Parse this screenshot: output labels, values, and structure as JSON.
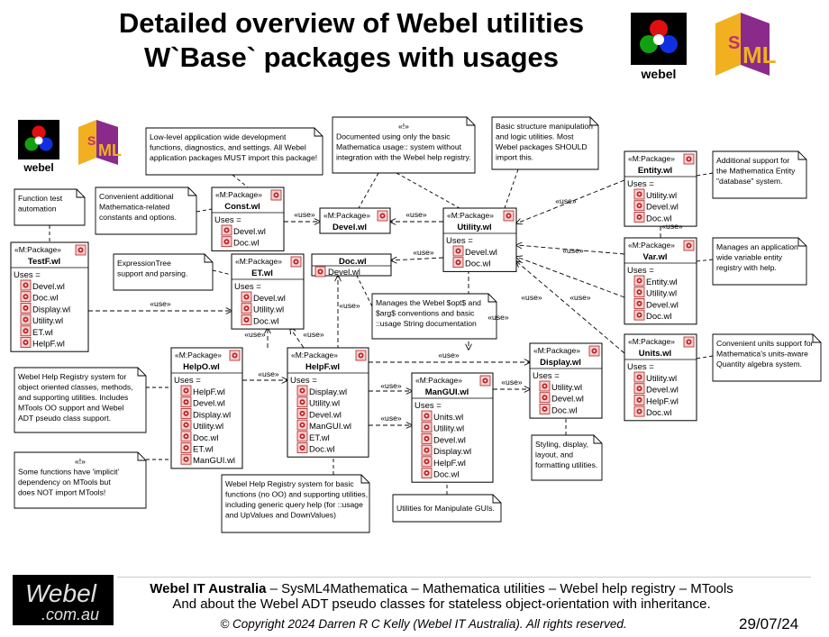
{
  "title": {
    "line1": "Detailed overview of Webel utilities",
    "line2": "W`Base` packages with usages"
  },
  "logos": {
    "webel_label": "webel",
    "sysml_label": "SysML",
    "webel_site_line1": "Webel",
    "webel_site_line2": ".com.au"
  },
  "stereotype_package": "«M:Package»",
  "uses_label": "Uses =",
  "packages": {
    "const": {
      "name": "Const.wl",
      "uses": [
        "Devel.wl",
        "Doc.wl"
      ]
    },
    "devel": {
      "name": "Devel.wl",
      "uses": []
    },
    "utility": {
      "name": "Utility.wl",
      "uses": [
        "Devel.wl",
        "Doc.wl"
      ]
    },
    "entity": {
      "name": "Entity.wl",
      "uses": [
        "Utility.wl",
        "Devel.wl",
        "Doc.wl"
      ]
    },
    "var": {
      "name": "Var.wl",
      "uses": [
        "Entity.wl",
        "Utility.wl",
        "Devel.wl",
        "Doc.wl"
      ]
    },
    "units": {
      "name": "Units.wl",
      "uses": [
        "Utility.wl",
        "Devel.wl",
        "HelpF.wl",
        "Doc.wl"
      ]
    },
    "testf": {
      "name": "TestF.wl",
      "uses": [
        "Devel.wl",
        "Doc.wl",
        "Display.wl",
        "Utility.wl",
        "ET.wl",
        "HelpF.wl"
      ]
    },
    "et": {
      "name": "ET.wl",
      "uses": [
        "Devel.wl",
        "Utility.wl",
        "Doc.wl"
      ]
    },
    "doc": {
      "name": "Doc.wl",
      "uses": [
        "Devel.wl"
      ]
    },
    "helpo": {
      "name": "HelpO.wl",
      "uses": [
        "HelpF.wl",
        "Devel.wl",
        "Display.wl",
        "Utility.wl",
        "Doc.wl",
        "ET.wl",
        "ManGUI.wl"
      ]
    },
    "helpf": {
      "name": "HelpF.wl",
      "uses": [
        "Display.wl",
        "Utility.wl",
        "Devel.wl",
        "ManGUI.wl",
        "ET.wl",
        "Doc.wl"
      ]
    },
    "mangui": {
      "name": "ManGUI.wl",
      "uses": [
        "Units.wl",
        "Utility.wl",
        "Devel.wl",
        "Display.wl",
        "HelpF.wl",
        "Doc.wl"
      ]
    },
    "display": {
      "name": "Display.wl",
      "uses": [
        "Utility.wl",
        "Devel.wl",
        "Doc.wl"
      ]
    }
  },
  "use_label": "«use»",
  "notes": {
    "testf": [
      "Function test",
      "automation"
    ],
    "const": [
      "Convenient additional",
      "Mathematica-related",
      "constants and options."
    ],
    "lowlevel": [
      "Low-level application wide development",
      "functions, diagnostics, and settings. All Webel",
      "application packages MUST import this package!"
    ],
    "devel": [
      "«!»",
      "Documented using only the basic",
      "Mathematica usage:: system without",
      "integration with the Webel help registry."
    ],
    "utility": [
      "Basic structure manipulation",
      "and logic utilities. Most",
      "Webel packages SHOULD",
      "import this."
    ],
    "entity": [
      "Additional support for",
      "the Mathematica Entity",
      "\"database\" system."
    ],
    "var": [
      "Manages an application",
      "wide variable entity",
      "registry with help."
    ],
    "units": [
      "Convenient units support for",
      "Mathematica's units-aware",
      "Quantity algebra system."
    ],
    "et": [
      "ExpressionTree",
      "support and parsing."
    ],
    "doc": [
      "Manages the Webel $opt$ and",
      "$arg$ conventions and basic",
      "::usage String documentation"
    ],
    "helpo": [
      "Webel Help Registry system for",
      "object oriented classes, methods,",
      "and supporting utilities. Includes",
      "MTools OO support and Webel",
      "ADT pseudo class support."
    ],
    "implicit": [
      "«!»",
      "Some functions have 'implicit'",
      "dependency on MTools but",
      "does NOT import MTools!"
    ],
    "helpf": [
      "Webel Help Registry system for basic",
      "functions (no OO) and supporting utilities,",
      "including generic query help (for ::usage",
      "and UpValues and DownValues)"
    ],
    "mangui": [
      "Utilities for Manipulate GUIs."
    ],
    "display": [
      "Styling, display,",
      "layout, and",
      "formatting utilities."
    ]
  },
  "footer": {
    "company": "Webel IT Australia",
    "line1_rest": " – SysML4Mathematica – Mathematica utilities – Webel help registry – MTools",
    "line2": "And about the Webel ADT pseudo classes for stateless object-orientation with inheritance.",
    "copyright": "© Copyright 2024 Darren R C Kelly (Webel IT Australia). All rights reserved.",
    "date": "29/07/24"
  }
}
